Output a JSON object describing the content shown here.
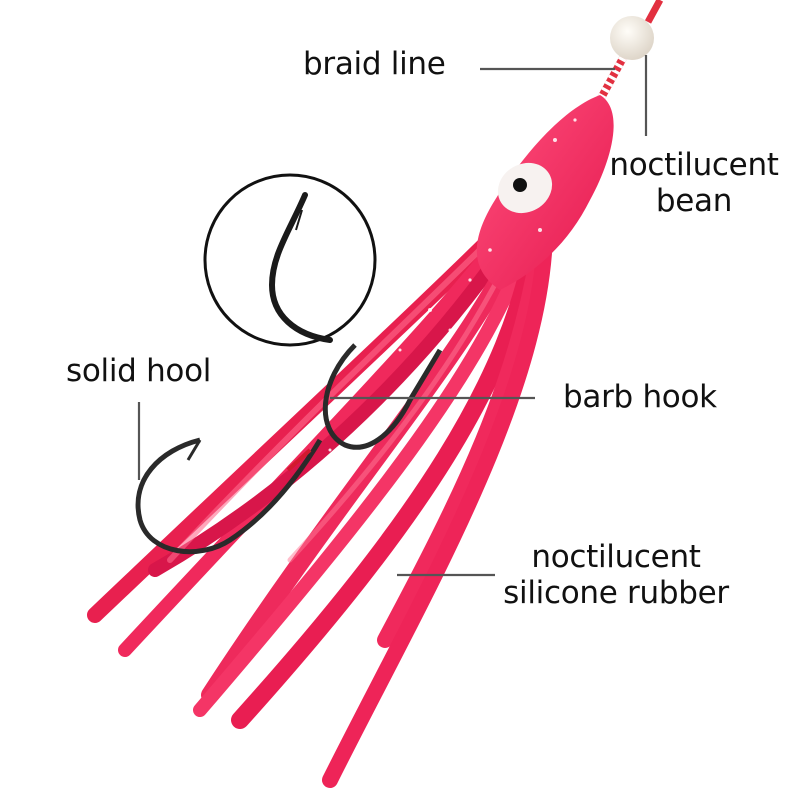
{
  "diagram": {
    "subject": "octopus skirt fishing lure",
    "colors": {
      "skirt": "#f0295c",
      "skirt_dark": "#c8123f",
      "skirt_light": "#ff6a8e",
      "eye_white": "#f7f2f0",
      "pupil": "#111111",
      "bead": "#eee8df",
      "hook": "#2a2a2a",
      "leader_line": "#555555",
      "text": "#111111",
      "background": "#ffffff"
    },
    "labels": [
      {
        "id": "braid-line",
        "lines": [
          "braid line"
        ]
      },
      {
        "id": "noctilucent-bean",
        "lines": [
          "noctilucent",
          "bean"
        ]
      },
      {
        "id": "solid-hook",
        "lines": [
          "solid hool"
        ]
      },
      {
        "id": "barb-hook",
        "lines": [
          "barb hook"
        ]
      },
      {
        "id": "noctilucent-silicone-rubber",
        "lines": [
          "noctilucent",
          "silicone rubber"
        ]
      }
    ],
    "inset": {
      "subject": "barb hook close-up",
      "shape": "circle"
    }
  }
}
